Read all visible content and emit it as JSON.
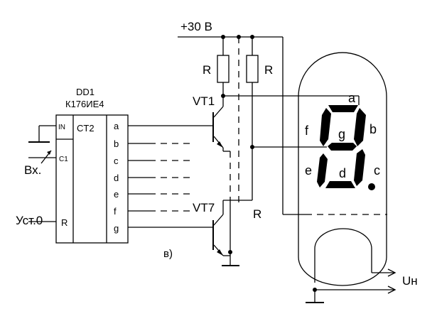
{
  "supply": {
    "label": "+30 В"
  },
  "chip": {
    "designator": "DD1",
    "part": "К176ИЕ4",
    "counter_label": "CT2",
    "in_label": "IN",
    "clock_label": "C1",
    "reset_label": "R",
    "outputs": [
      "a",
      "b",
      "c",
      "d",
      "e",
      "f",
      "g"
    ]
  },
  "inputs": {
    "count_input": "Вх.",
    "reset_input": "Уст.0"
  },
  "resistors": {
    "top_left": "R",
    "top_right": "R",
    "bottom": "R"
  },
  "transistors": {
    "top": "VT1",
    "bottom": "VT7"
  },
  "indicator": {
    "segments": {
      "a": "a",
      "b": "b",
      "c": "c",
      "d": "d",
      "e": "e",
      "f": "f",
      "g": "g"
    }
  },
  "filament_label": "Uн",
  "figure_label": "в)"
}
